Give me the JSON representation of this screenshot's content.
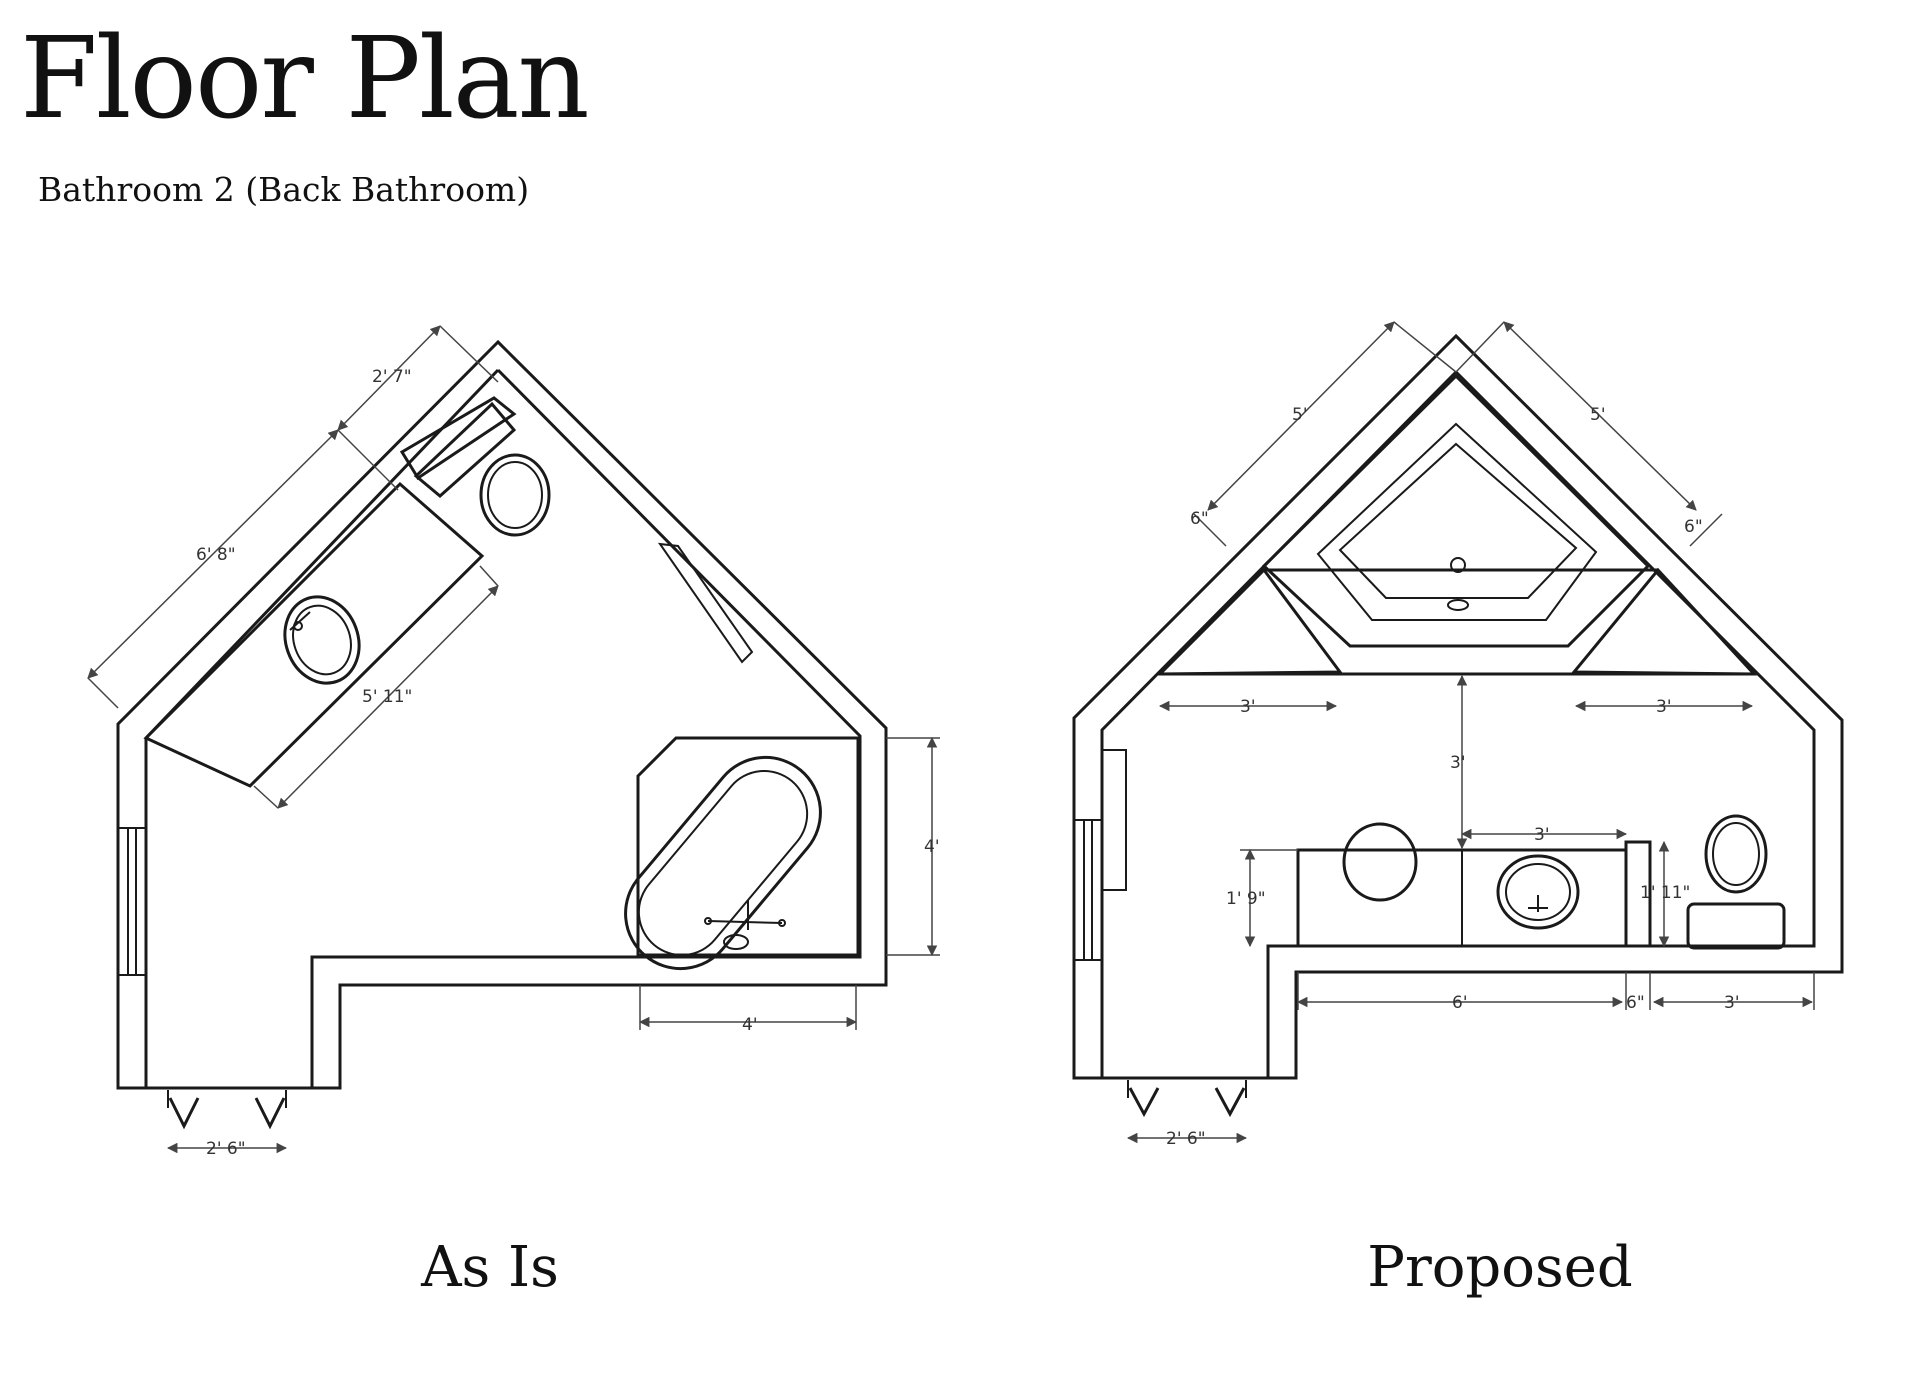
{
  "title": "Floor Plan",
  "subtitle": "Bathroom 2  (Back Bathroom)",
  "plans": [
    {
      "caption": "As Is",
      "dimensions": [
        "2' 7\"",
        "6' 8\"",
        "5' 11\"",
        "4'",
        "4'",
        "2' 6\""
      ],
      "fixtures": [
        "toilet-icon",
        "sink-icon",
        "vanity-icon",
        "bathtub-icon",
        "window-icon",
        "door-swing-icon"
      ]
    },
    {
      "caption": "Proposed",
      "dimensions": [
        "5'",
        "5'",
        "6\"",
        "6\"",
        "3'",
        "3'",
        "3'",
        "3'",
        "1' 9\"",
        "1' 11\"",
        "6'",
        "6\"",
        "3'",
        "2' 6\""
      ],
      "fixtures": [
        "corner-bathtub-icon",
        "sink-icon",
        "vanity-icon",
        "toilet-icon",
        "round-table-icon",
        "window-icon",
        "door-swing-icon"
      ]
    }
  ]
}
